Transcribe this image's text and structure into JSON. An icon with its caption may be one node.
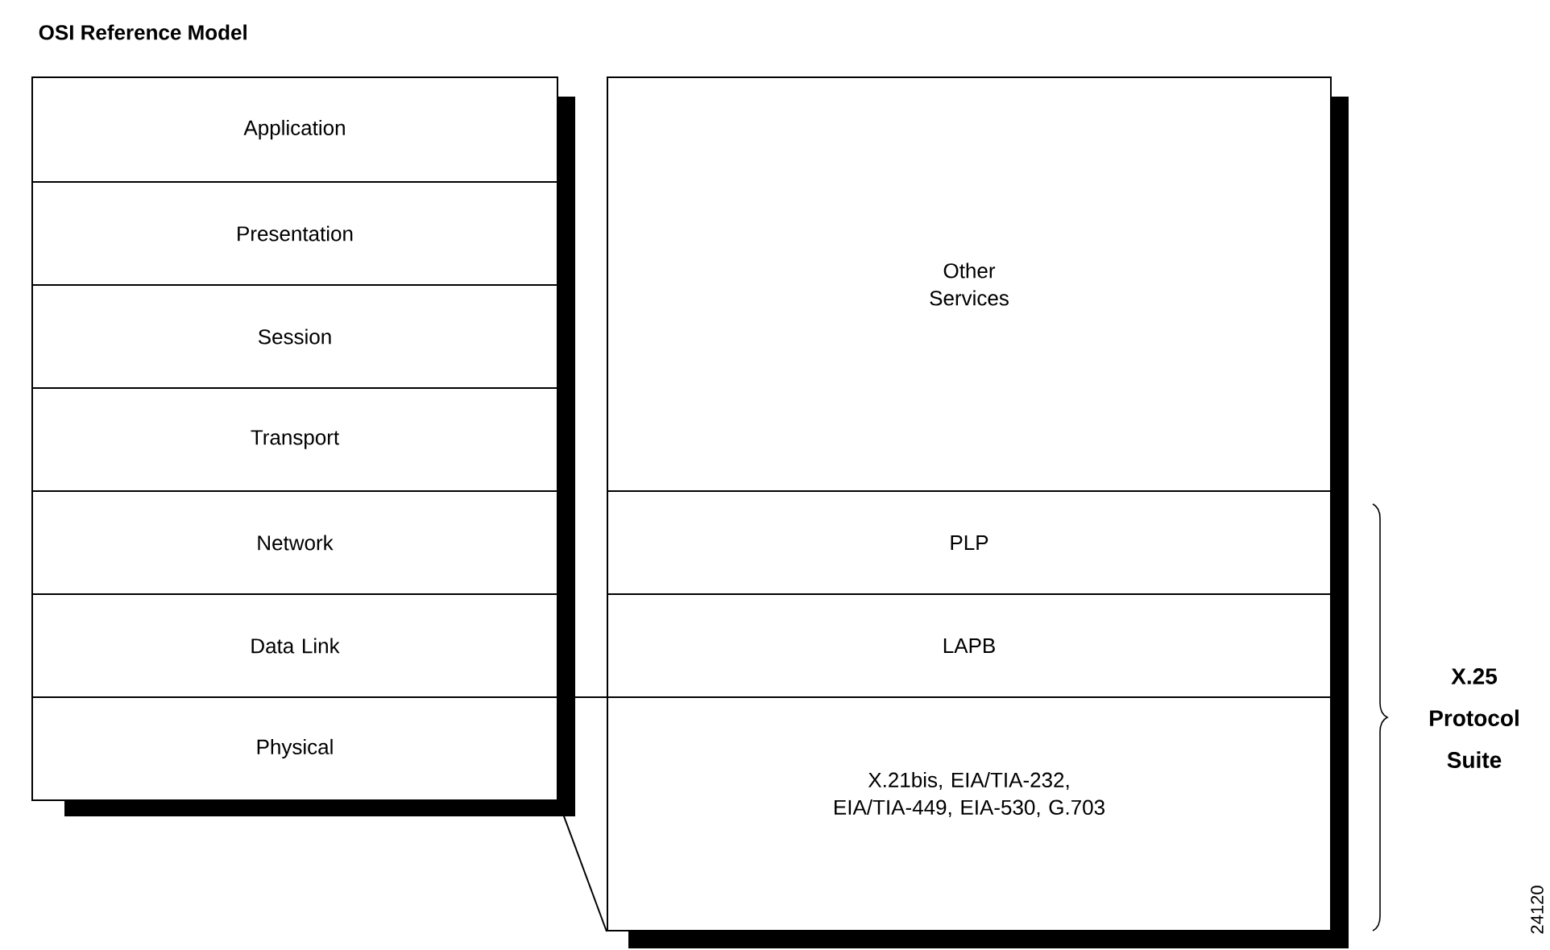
{
  "diagram": {
    "title": "OSI Reference Model",
    "nodes": [
      {
        "text": [
          "Application"
        ]
      },
      {
        "text": [
          "Presentation"
        ]
      },
      {
        "text": [
          "Session"
        ]
      },
      {
        "text": [
          "Transport"
        ]
      },
      {
        "text": [
          "Network"
        ]
      },
      {
        "text": [
          "Data Link"
        ]
      },
      {
        "text": [
          "Physical"
        ]
      },
      {
        "text": [
          "Other Services"
        ]
      },
      {
        "text": [
          "PLP"
        ]
      },
      {
        "text": [
          "LAPB"
        ]
      },
      {
        "text": [
          "X.21bis, EIA/TIA-232, EIA/TIA-449, EIA-530, G.703"
        ]
      }
    ],
    "edges": [
      {
        "from": 6,
        "to": 10,
        "arrow": "none"
      }
    ],
    "labels": [
      "X.25 Protocol Suite",
      "24120"
    ]
  }
}
